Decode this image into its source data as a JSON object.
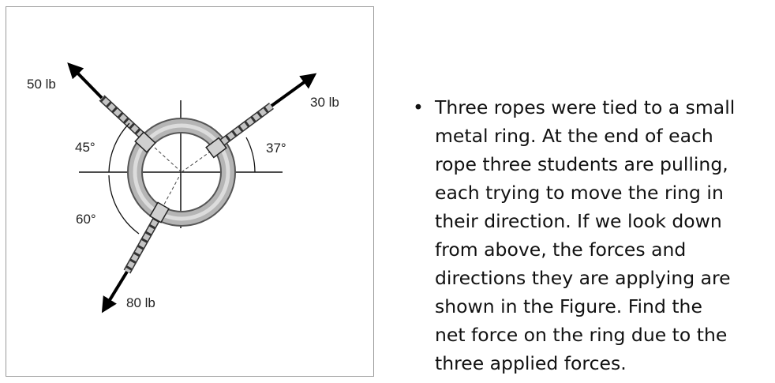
{
  "figure": {
    "forces": [
      {
        "magnitude_label": "50 lb",
        "angle_label": "45°"
      },
      {
        "magnitude_label": "30 lb",
        "angle_label": "37°"
      },
      {
        "magnitude_label": "80 lb",
        "angle_label": "60°"
      }
    ],
    "colors": {
      "ring": "#a9a9a9",
      "rope": "#bdbdbd",
      "arrow": "#000000"
    }
  },
  "problem": {
    "bullet": "•",
    "lines": [
      "Three ropes were tied to a small",
      "metal ring. At the end of each",
      "rope three students are pulling,",
      "each trying to move the ring in",
      "their direction. If we look down",
      "from above, the forces and",
      "directions they are applying are",
      "shown in the Figure. Find the",
      "net force on the ring due to the",
      "three applied forces."
    ]
  }
}
